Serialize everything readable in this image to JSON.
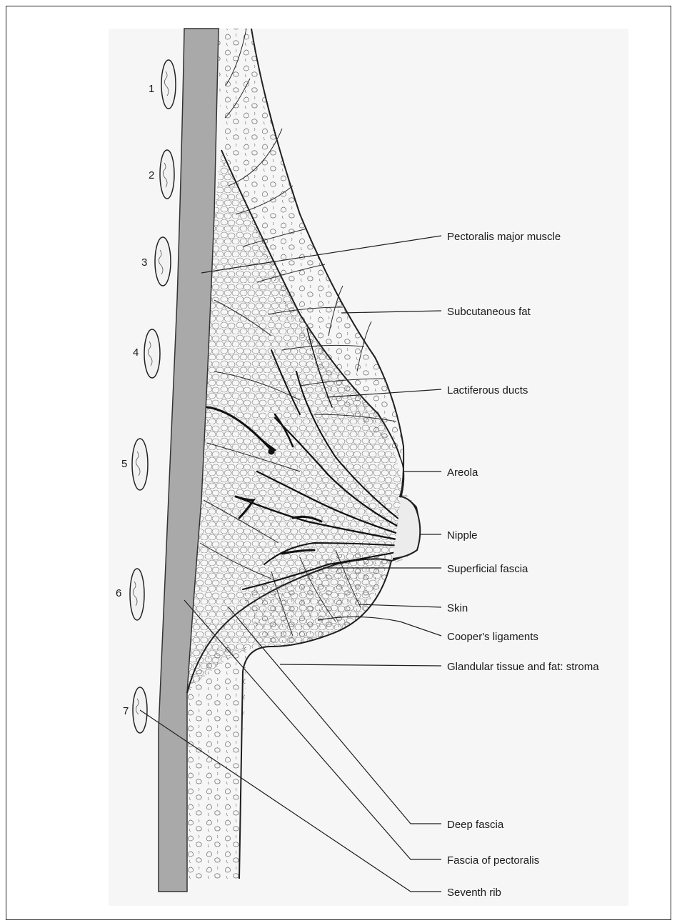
{
  "labels": {
    "pectoralis_major_muscle": "Pectoralis major muscle",
    "subcutaneous_fat": "Subcutaneous fat",
    "lactiferous_ducts": "Lactiferous ducts",
    "areola": "Areola",
    "nipple": "Nipple",
    "superficial_fascia": "Superficial fascia",
    "skin": "Skin",
    "coopers_ligaments": "Cooper's ligaments",
    "glandular_tissue": "Glandular tissue and fat: stroma",
    "deep_fascia": "Deep fascia",
    "fascia_of_pectoralis": "Fascia of pectoralis",
    "seventh_rib": "Seventh rib"
  },
  "ribs": [
    "1",
    "2",
    "3",
    "4",
    "5",
    "6",
    "7"
  ],
  "colors": {
    "muscle": "#a9a9a9",
    "line": "#1f1f1f",
    "paper": "#f7f7f7"
  }
}
